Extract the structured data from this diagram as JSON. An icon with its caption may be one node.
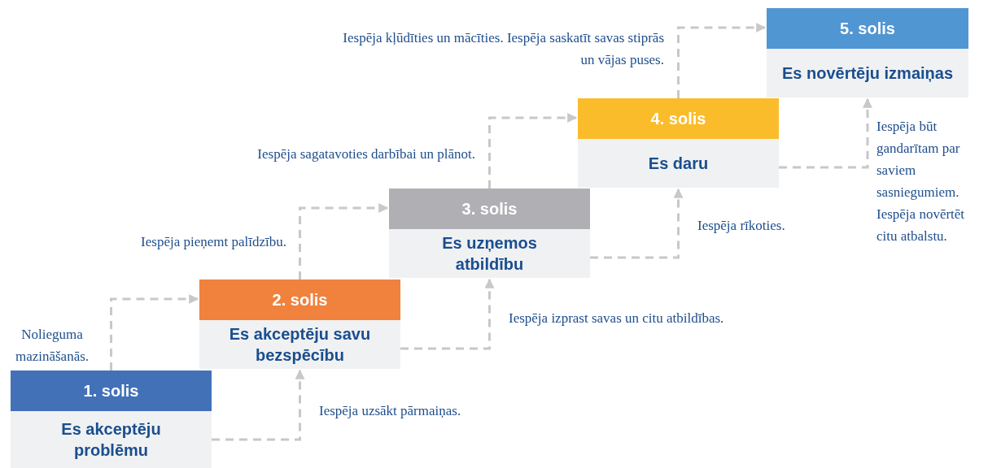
{
  "diagram": {
    "nodes": [
      {
        "text": [
          "1. solis",
          "Es akceptēju problēmu"
        ]
      },
      {
        "text": [
          "2. solis",
          "Es akceptēju savu bezspēcību"
        ]
      },
      {
        "text": [
          "3. solis",
          "Es uzņemos atbildību"
        ]
      },
      {
        "text": [
          "4. solis",
          "Es daru"
        ]
      },
      {
        "text": [
          "5. solis",
          "Es novērtēju izmaiņas"
        ]
      }
    ],
    "edges": [
      {
        "from": 0,
        "to": 1,
        "arrow": "to",
        "style": "dashed",
        "label": "Nolieguma mazināšanās."
      },
      {
        "from": 0,
        "to": 1,
        "arrow": "to",
        "style": "dashed",
        "label": "Iespēja uzsākt pārmaiņas."
      },
      {
        "from": 1,
        "to": 2,
        "arrow": "to",
        "style": "dashed",
        "label": "Iespēja pieņemt palīdzību."
      },
      {
        "from": 1,
        "to": 2,
        "arrow": "to",
        "style": "dashed",
        "label": "Iespēja izprast savas un citu atbildības."
      },
      {
        "from": 2,
        "to": 3,
        "arrow": "to",
        "style": "dashed",
        "label": "Iespēja sagatavoties darbībai un plānot."
      },
      {
        "from": 2,
        "to": 3,
        "arrow": "to",
        "style": "dashed",
        "label": "Iespēja rīkoties."
      },
      {
        "from": 3,
        "to": 4,
        "arrow": "to",
        "style": "dashed",
        "label": "Iespēja kļūdīties un mācīties. Iespēja saskatīt savas stiprās un vājas puses."
      },
      {
        "from": 3,
        "to": 4,
        "arrow": "to",
        "style": "dashed",
        "label": "Iespēja būt gandarītam par saviem sasniegumiem. Iespēja novērtēt citu atbalstu."
      }
    ]
  }
}
